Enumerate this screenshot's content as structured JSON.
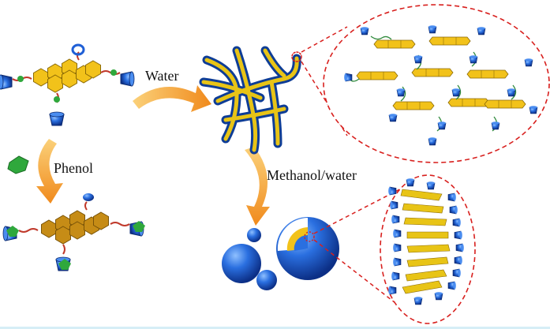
{
  "labels": {
    "water": "Water",
    "phenol": "Phenol",
    "methanol_water": "Methanol/water"
  },
  "colors": {
    "core_yellow": "#f2c21a",
    "core_brown": "#c68c16",
    "blue_cone": "#1f5fd6",
    "fiber_yellow": "#e8c416",
    "fiber_blue": "#1a5cc4",
    "arrow_orange": "#f4a13a",
    "dashed_red": "#d8201e",
    "guest_green": "#2fa83c"
  },
  "icons": [
    "hexagon-core",
    "blue-cone-macrocycle",
    "orange-arrow",
    "fiber-network",
    "sphere",
    "dashed-ellipse-zoom"
  ]
}
